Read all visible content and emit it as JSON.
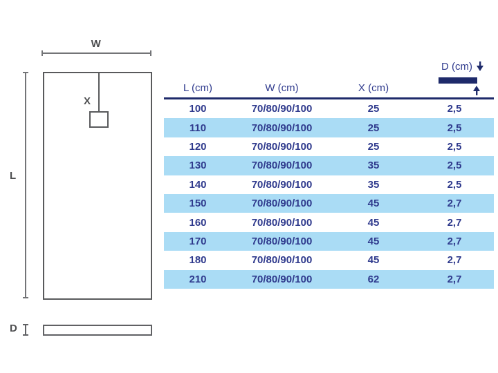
{
  "diagram": {
    "width_label": "W",
    "length_label": "L",
    "drain_label": "X",
    "depth_label": "D"
  },
  "table": {
    "headers": {
      "l": "L (cm)",
      "w": "W (cm)",
      "x": "X (cm)",
      "d": "D (cm)"
    },
    "rows": [
      {
        "l": "100",
        "w": "70/80/90/100",
        "x": "25",
        "d": "2,5"
      },
      {
        "l": "110",
        "w": "70/80/90/100",
        "x": "25",
        "d": "2,5"
      },
      {
        "l": "120",
        "w": "70/80/90/100",
        "x": "25",
        "d": "2,5"
      },
      {
        "l": "130",
        "w": "70/80/90/100",
        "x": "35",
        "d": "2,5"
      },
      {
        "l": "140",
        "w": "70/80/90/100",
        "x": "35",
        "d": "2,5"
      },
      {
        "l": "150",
        "w": "70/80/90/100",
        "x": "45",
        "d": "2,7"
      },
      {
        "l": "160",
        "w": "70/80/90/100",
        "x": "45",
        "d": "2,7"
      },
      {
        "l": "170",
        "w": "70/80/90/100",
        "x": "45",
        "d": "2,7"
      },
      {
        "l": "180",
        "w": "70/80/90/100",
        "x": "45",
        "d": "2,7"
      },
      {
        "l": "210",
        "w": "70/80/90/100",
        "x": "62",
        "d": "2,7"
      }
    ]
  },
  "colors": {
    "table_text_navy": "#2f3a8d",
    "dark_navy": "#1e2a6a",
    "row_highlight_blue": "#aadcf5",
    "diagram_gray": "#595a5c"
  }
}
